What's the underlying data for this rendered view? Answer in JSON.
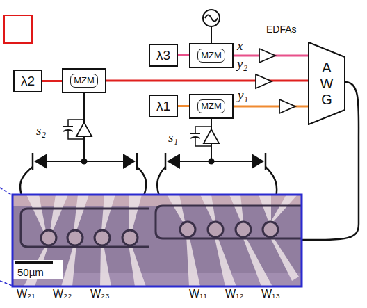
{
  "diagram": {
    "nodes": [
      {
        "text": [
          "λ3"
        ]
      },
      {
        "text": [
          "MZM"
        ]
      },
      {
        "text": [
          "λ2"
        ]
      },
      {
        "text": [
          "MZM"
        ]
      },
      {
        "text": [
          "λ1"
        ]
      },
      {
        "text": [
          "MZM"
        ]
      },
      {
        "text": [
          "A W G"
        ]
      }
    ],
    "edges": [
      {
        "from": 0,
        "to": 1,
        "arrow": "none"
      },
      {
        "from": 1,
        "to": 6,
        "arrow": "none"
      },
      {
        "from": 2,
        "to": 3,
        "arrow": "none"
      },
      {
        "from": 3,
        "to": 6,
        "arrow": "none"
      },
      {
        "from": 4,
        "to": 5,
        "arrow": "none"
      },
      {
        "from": 5,
        "to": 6,
        "arrow": "none"
      }
    ],
    "labels": [
      "x",
      "y₂",
      "EDFAs",
      "y₁",
      "s₂",
      "s₁",
      "50µm",
      "W₂₁",
      "W₂₂",
      "W₂₃",
      "W₁₁",
      "W₁₂",
      "W₁₃"
    ]
  }
}
